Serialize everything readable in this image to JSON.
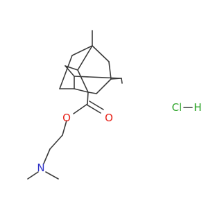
{
  "molecule": {
    "colors": {
      "bond": "#3a3a3a",
      "oxygen": "#e8231a",
      "nitrogen": "#2f32c8",
      "chlorine": "#2ea52a",
      "hydrogen": "#2ea52a"
    },
    "atoms": [
      {
        "id": "O_ester",
        "label": "O",
        "element": "O"
      },
      {
        "id": "O_carbonyl",
        "label": "O",
        "element": "O"
      },
      {
        "id": "N_amine",
        "label": "N",
        "element": "N"
      },
      {
        "id": "Cl_salt",
        "label": "Cl",
        "element": "Cl"
      },
      {
        "id": "H_salt",
        "label": "H",
        "element": "H"
      }
    ]
  }
}
